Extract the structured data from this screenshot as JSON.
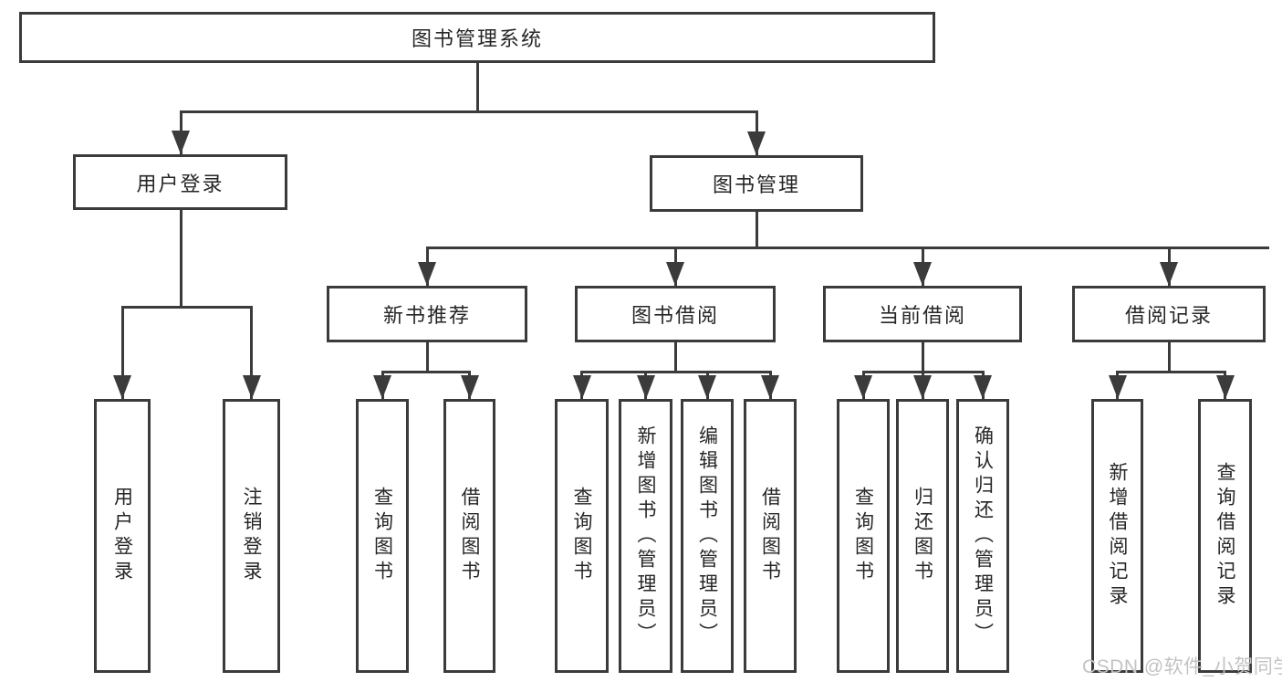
{
  "tree": {
    "root": {
      "label": "图书管理系统"
    },
    "children": [
      {
        "label": "用户登录",
        "children": [
          {
            "label": "用户登录"
          },
          {
            "label": "注销登录"
          }
        ]
      },
      {
        "label": "图书管理",
        "children": [
          {
            "label": "新书推荐",
            "children": [
              {
                "label": "查询图书"
              },
              {
                "label": "借阅图书"
              }
            ]
          },
          {
            "label": "图书借阅",
            "children": [
              {
                "label": "查询图书"
              },
              {
                "label": "新增图书（管理员）"
              },
              {
                "label": "编辑图书（管理员）"
              },
              {
                "label": "借阅图书"
              }
            ]
          },
          {
            "label": "当前借阅",
            "children": [
              {
                "label": "查询图书"
              },
              {
                "label": "归还图书"
              },
              {
                "label": "确认归还（管理员）"
              }
            ]
          },
          {
            "label": "借阅记录",
            "children": [
              {
                "label": "新增借阅记录"
              },
              {
                "label": "查询借阅记录"
              }
            ]
          }
        ]
      }
    ]
  },
  "watermark": "CSDN @软件_小贺同学",
  "colors": {
    "line": "#3b3b3b",
    "text": "#262626",
    "background": "#ffffff",
    "watermark": "#c3c3c3"
  }
}
